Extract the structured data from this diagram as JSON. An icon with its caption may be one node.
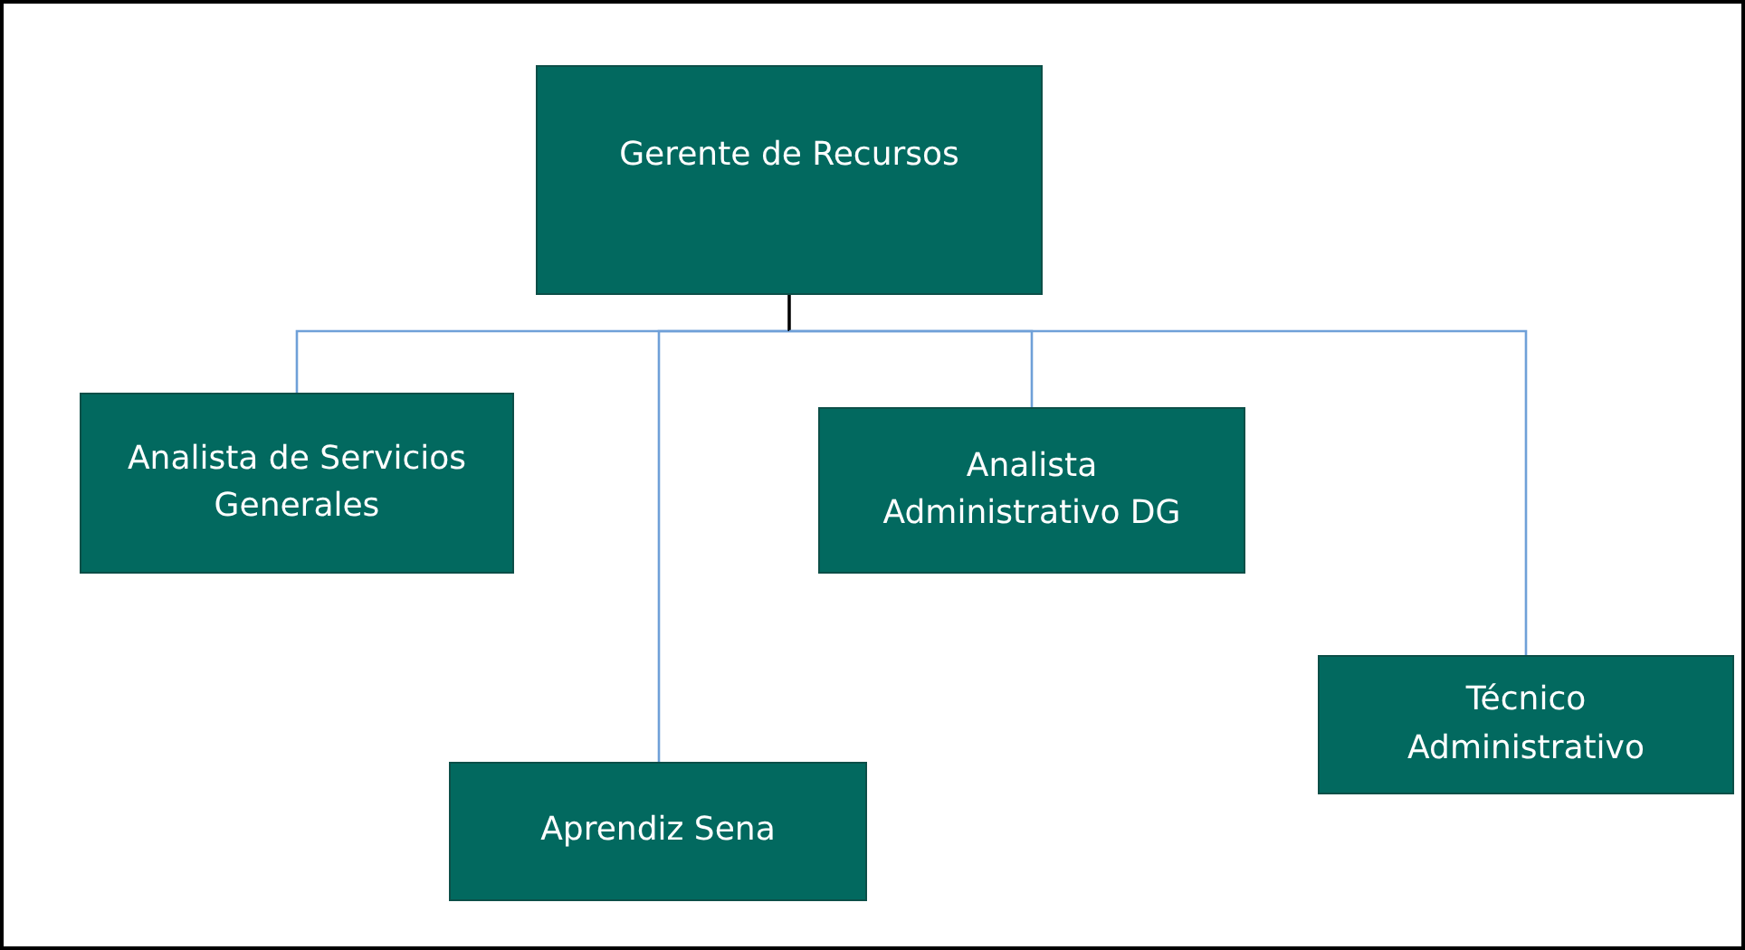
{
  "diagram": {
    "nodes": [
      {
        "text": [
          "Gerente de Recursos"
        ]
      },
      {
        "text": [
          "Analista de Servicios Generales"
        ]
      },
      {
        "text": [
          "Aprendiz Sena"
        ]
      },
      {
        "text": [
          "Analista Administrativo DG"
        ]
      },
      {
        "text": [
          "Técnico Administrativo"
        ]
      }
    ],
    "edges": [
      {
        "from": 0,
        "to": 1,
        "arrow": "none"
      },
      {
        "from": 0,
        "to": 2,
        "arrow": "none"
      },
      {
        "from": 0,
        "to": 3,
        "arrow": "none"
      },
      {
        "from": 0,
        "to": 4,
        "arrow": "none"
      }
    ]
  }
}
